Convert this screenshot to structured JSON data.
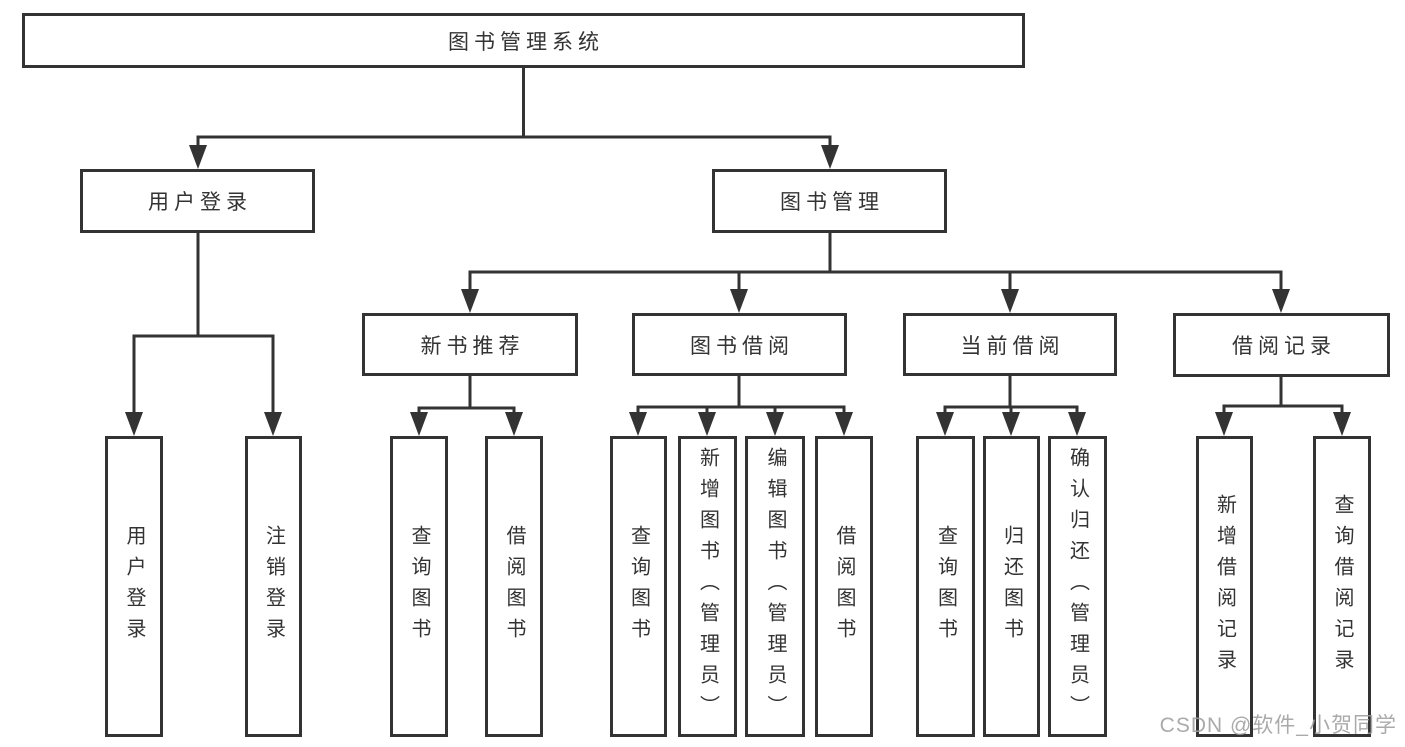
{
  "colors": {
    "line": "#333333",
    "box_border": "#333333",
    "box_background": "#ffffff",
    "text": "#333333",
    "watermark": "#9e9e9e"
  },
  "watermark": {
    "text": "CSDN @软件_小贺同学"
  },
  "tree": {
    "label": "图书管理系统",
    "children": [
      {
        "label": "用户登录",
        "children": [
          {
            "label": "用户登录"
          },
          {
            "label": "注销登录"
          }
        ]
      },
      {
        "label": "图书管理",
        "children": [
          {
            "label": "新书推荐",
            "children": [
              {
                "label": "查询图书"
              },
              {
                "label": "借阅图书"
              }
            ]
          },
          {
            "label": "图书借阅",
            "children": [
              {
                "label": "查询图书"
              },
              {
                "label": "新增图书（管理员）"
              },
              {
                "label": "编辑图书（管理员）"
              },
              {
                "label": "借阅图书"
              }
            ]
          },
          {
            "label": "当前借阅",
            "children": [
              {
                "label": "查询图书"
              },
              {
                "label": "归还图书"
              },
              {
                "label": "确认归还（管理员）"
              }
            ]
          },
          {
            "label": "借阅记录",
            "children": [
              {
                "label": "新增借阅记录"
              },
              {
                "label": "查询借阅记录"
              }
            ]
          }
        ]
      }
    ]
  }
}
